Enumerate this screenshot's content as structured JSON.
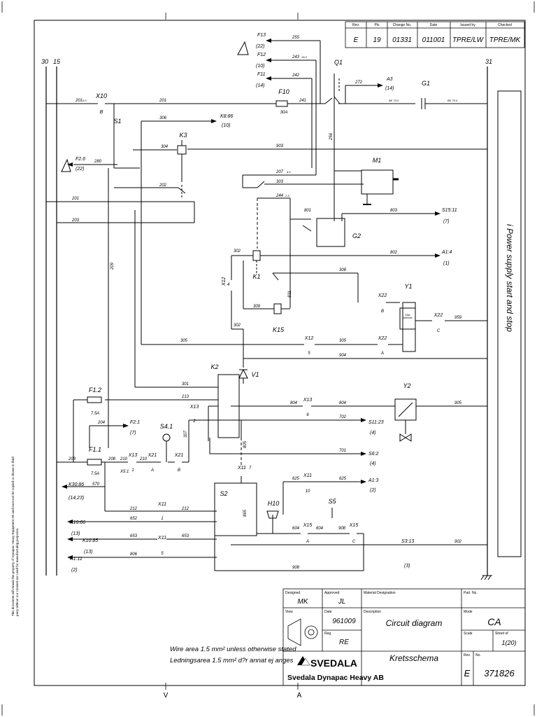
{
  "revision_table": {
    "headers": [
      "Rev.",
      "Pls",
      "Change No.",
      "Date",
      "Issued by",
      "Checked"
    ],
    "row": [
      "E",
      "19",
      "01331",
      "011001",
      "TPRE/LW",
      "TPRE/MK"
    ]
  },
  "rails": {
    "left_a": "30",
    "left_b": "15",
    "right": "31"
  },
  "power_supply_label": "i    Power supply    start and stop",
  "components": {
    "x10": "X10",
    "x10_pin": "B",
    "f10": "F10",
    "f10_rating": "30A",
    "q1": "Q1",
    "g1": "G1",
    "s1": "S1",
    "k3": "K3",
    "m1": "M1",
    "g2": "G2",
    "k1": "K1",
    "k15": "K15",
    "y1": "Y1",
    "y1_box": "Stop solenoid",
    "k2": "K2",
    "v1": "V1",
    "y2": "Y2",
    "f1_2": "F1.2",
    "f1_2_rating": "7.5A",
    "f1_1": "F1.1",
    "f1_1_rating": "7.5A",
    "s4_1": "S4.1",
    "s2": "S2",
    "h10": "H10",
    "s5": "S5"
  },
  "wires": {
    "w201a": "201",
    "w201b": "201",
    "w201c": "201",
    "w255": "255",
    "w243": "243",
    "w242": "242",
    "w241": "241",
    "w272": "272",
    "w306": "306",
    "w280": "280",
    "w304": "304",
    "w903": "903",
    "w207": "207",
    "w303": "303",
    "w202": "202",
    "w244": "244",
    "w203": "203",
    "w801": "801",
    "w803": "803",
    "w802": "802",
    "w302": "302",
    "w302b": "302",
    "w308": "308",
    "w309": "309",
    "w209": "209",
    "w305a": "305",
    "w305b": "305",
    "w904": "904",
    "w959": "959",
    "w301": "301",
    "w213": "213",
    "w804a": "804",
    "w804b": "804",
    "w905": "905",
    "w204": "204",
    "w307": "307",
    "w702": "702",
    "w805": "805",
    "w701": "701",
    "w203b": "203",
    "w208": "208",
    "w210a": "210",
    "w210b": "210",
    "w570": "570",
    "w625a": "625",
    "w625b": "625",
    "w865": "865",
    "w212a": "212",
    "w212b": "212",
    "w652": "652",
    "w653a": "653",
    "w653b": "653",
    "w806": "806",
    "w604a": "604",
    "w604b": "604",
    "w908a": "908",
    "w908b": "908",
    "w902": "902",
    "w256": "256",
    "w831": "831",
    "sq60": "6.0",
    "sq160": "16.0",
    "sq40": "4.0",
    "sq25": "2.5",
    "sq700": "BK 70.0",
    "sq700b": "BK 70.0"
  },
  "connectors": {
    "x12a": "X12",
    "x12a_pin": "4",
    "x22a": "X22",
    "x22a_pin": "B",
    "x22b": "X22",
    "x22b_pin": "C",
    "x12b": "X12",
    "x12b_pin": "5",
    "x22c": "X22",
    "x22c_pin": "A",
    "x13a": "X13",
    "x13a_pin": "2",
    "x13b": "X13",
    "x13b_pin": "6",
    "x13c": "X13",
    "x13c_pin": "1",
    "x21a": "X21",
    "x21a_pin": "A",
    "x21b": "X21",
    "x21b_pin": "B",
    "x5": "X5:1",
    "x11a": "X11",
    "x11a_pin": "7",
    "x11b": "X11",
    "x11b_pin": "10",
    "x11c": "X11",
    "x11c_pin": "1",
    "x11d": "X11",
    "x11d_pin": "5",
    "x15a": "X15",
    "x15a_pin": "A",
    "x15b": "X15",
    "x15b_pin": "C"
  },
  "references": {
    "f13": "F13",
    "f13_sheet": "(22)",
    "f12": "F12",
    "f12_sheet": "(10)",
    "f11": "F11",
    "f11_sheet": "(14)",
    "a3": "A3",
    "a3_sheet": "(14)",
    "k8": "K8:86",
    "k8_sheet": "(10)",
    "f26": "F2.6",
    "f26_sheet": "(22)",
    "s15": "S15:11",
    "s15_sheet": "(7)",
    "a14": "A1:4",
    "a14_sheet": "(1)",
    "f21": "F2:1",
    "f21_sheet": "(7)",
    "s1123": "S11:23",
    "s1123_sheet": "(4)",
    "s62": "S6:2",
    "s62_sheet": "(4)",
    "k3086": "K30:86",
    "k3086_sheet": "(14,23)",
    "a13": "A1:3",
    "a13_sheet": "(2)",
    "k1086": "K10:86",
    "k1086_sheet": "(13)",
    "k1085": "K10:85",
    "k1085_sheet": "(13)",
    "a111": "A1:11",
    "a111_sheet": "(2)",
    "s313": "S3:13",
    "s313_sheet": "(3)"
  },
  "notes": {
    "wire_area_en": "Wire area 1.5 mm² unless otherwise stated",
    "wire_area_sv": "Ledningsarea 1.5 mm² d?r annat ej anges"
  },
  "copyright": "This document will remain the property of Dynapac Heavy Equipment AB and must not be copied or shown to third party without our consent nor used for manufacturing purposes.",
  "title_block": {
    "designed_label": "Designed",
    "designed": "MK",
    "approved_label": "Approved",
    "approved": "JL",
    "material_label": "Material Designation",
    "partno_label": "Part. No.",
    "view_label": "View",
    "date_label": "Date",
    "date": "961009",
    "description_label": "Description",
    "title": "Circuit diagram",
    "subtitle": "Kretsschema",
    "mode_label": "Mode",
    "mode": "CA",
    "reg_label": "Reg.",
    "reg": "RE",
    "scale_label": "Scale",
    "sheet_label": "Sheet of",
    "sheet": "1(20)",
    "rev_label": "Rev.",
    "rev": "E",
    "no_label": "No.",
    "number": "371826",
    "logo": "SVEDALA",
    "company": "Svedala Dynapac Heavy AB"
  },
  "sheet_marks": {
    "bottom_left": "V",
    "bottom_center": "A"
  }
}
